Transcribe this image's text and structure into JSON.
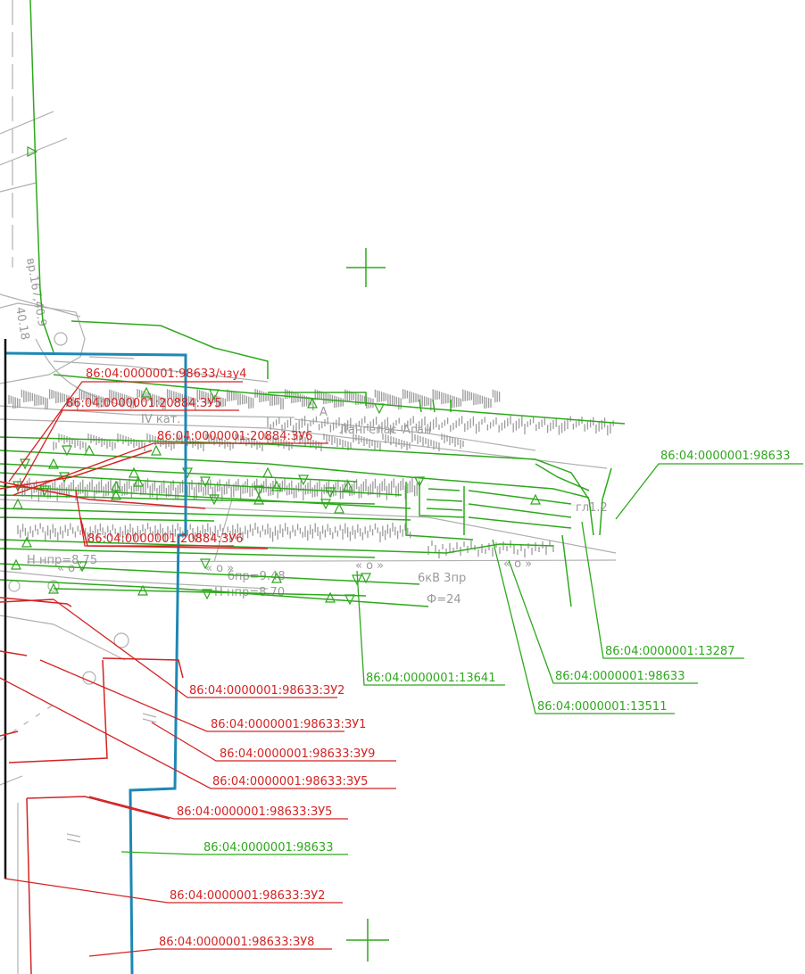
{
  "colors": {
    "background": "#ffffff",
    "red_parcel": "#d42323",
    "green_parcel": "#2ea81c",
    "blue_boundary": "#1e88b4",
    "base_gray": "#a8a8a8",
    "black_edge": "#111111"
  },
  "basemap_labels": {
    "road_name": "Лангепас–Аган",
    "road_category": "IV кат.",
    "road_letter": "А",
    "height_label": "вр.167,40.9",
    "height_label_2": "40.18",
    "npr_1": "нпр=8.75",
    "npr_2": "нпр=8.70",
    "bpr": "бпр=9.48",
    "h_letter_1": "Н",
    "h_letter_2": "Н",
    "cable": "6кВ 3пр",
    "phi": "Ф=24",
    "gl": "гл1.2",
    "flow_1": "« о »",
    "flow_2": "« о »",
    "flow_3": "« о »",
    "flow_4": "« о »"
  },
  "parcel_labels": {
    "red": [
      "86:04:0000001:98633/чзу4",
      "86:04:0000001:20884:ЗУ5",
      "86:04:0000001:20884:ЗУ6",
      "86:04:0000001:20884:ЗУ6",
      "86:04:0000001:98633:ЗУ2",
      "86:04:0000001:98633:ЗУ1",
      "86:04:0000001:98633:ЗУ9",
      "86:04:0000001:98633:ЗУ5",
      "86:04:0000001:98633:ЗУ5",
      "86:04:0000001:98633:ЗУ2",
      "86:04:0000001:98633:ЗУ8"
    ],
    "green": [
      "86:04:0000001:98633",
      "86:04:0000001:13287",
      "86:04:0000001:98633",
      "86:04:0000001:13641",
      "86:04:0000001:13511",
      "86:04:0000001:98633"
    ]
  }
}
